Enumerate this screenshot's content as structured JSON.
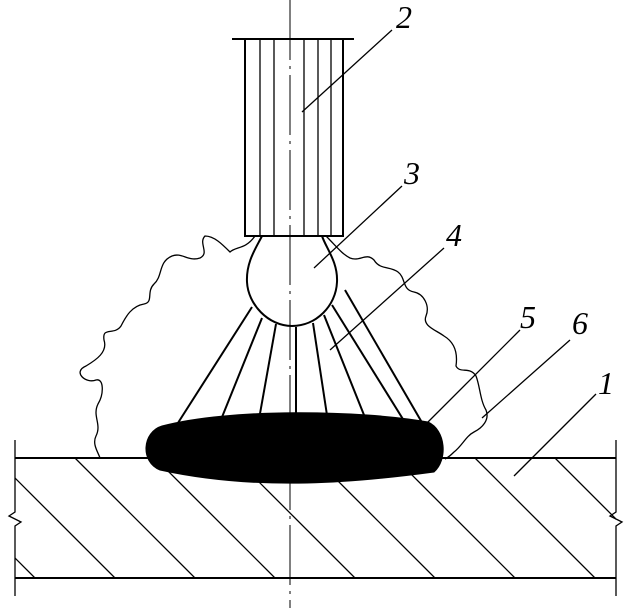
{
  "diagram": {
    "labels": [
      {
        "id": "label-2",
        "text": "2",
        "part": "electrode"
      },
      {
        "id": "label-3",
        "text": "3",
        "part": "molten-droplet"
      },
      {
        "id": "label-4",
        "text": "4",
        "part": "arc-rays"
      },
      {
        "id": "label-5",
        "text": "5",
        "part": "weld-pool"
      },
      {
        "id": "label-6",
        "text": "6",
        "part": "arc-flame-envelope"
      },
      {
        "id": "label-1",
        "text": "1",
        "part": "base-metal"
      }
    ],
    "colors": {
      "line": "#000000",
      "background": "#ffffff",
      "weld_pool": "#000000"
    }
  }
}
